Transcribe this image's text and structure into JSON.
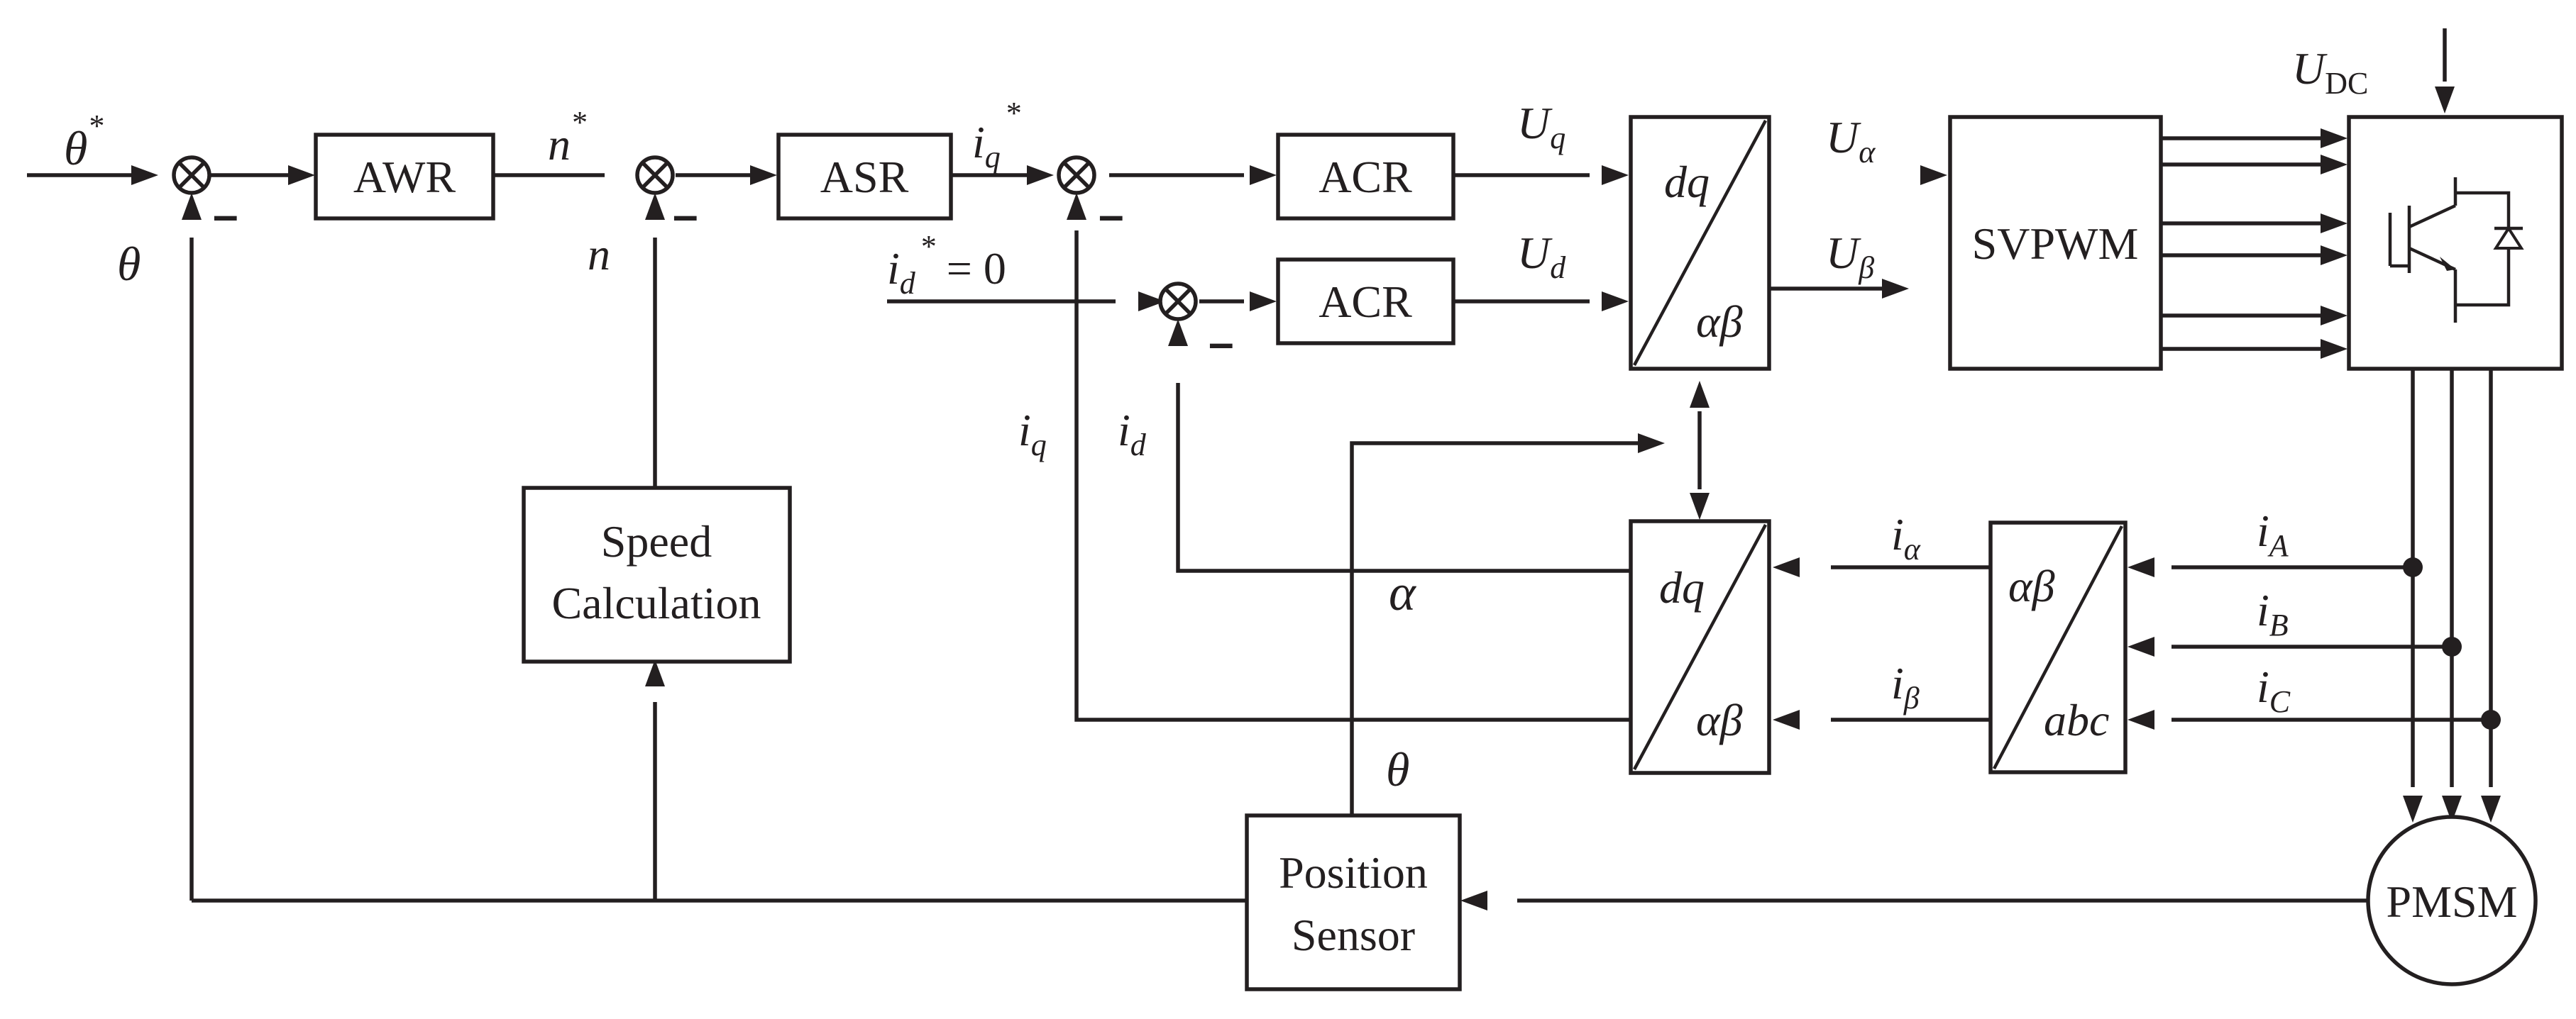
{
  "blocks": {
    "awr": "AWR",
    "asr": "ASR",
    "acr_q": "ACR",
    "acr_d": "ACR",
    "park_inverse": {
      "top": "dq",
      "bottom": "αβ"
    },
    "park": {
      "top": "dq",
      "bottom": "αβ"
    },
    "clarke": {
      "top": "αβ",
      "bottom": "abc"
    },
    "svpwm": "SVPWM",
    "speed_calc": {
      "line1": "Speed",
      "line2": "Calculation"
    },
    "position_sensor": {
      "line1": "Position",
      "line2": "Sensor"
    },
    "pmsm": "PMSM"
  },
  "signals": {
    "theta_ref": {
      "base": "θ",
      "sup": "*"
    },
    "theta_fb": "θ",
    "n_ref": {
      "base": "n",
      "sup": "*"
    },
    "n_fb": "n",
    "iq_ref": {
      "base": "i",
      "sub": "q",
      "sup": "*"
    },
    "id_ref": {
      "base": "i",
      "sub": "d",
      "sup": "*",
      "tail": " = 0"
    },
    "iq_fb": {
      "base": "i",
      "sub": "q"
    },
    "id_fb": {
      "base": "i",
      "sub": "d"
    },
    "uq": {
      "base": "U",
      "sub": "q"
    },
    "ud": {
      "base": "U",
      "sub": "d"
    },
    "u_alpha": {
      "base": "U",
      "sub": "α"
    },
    "u_beta": {
      "base": "U",
      "sub": "β"
    },
    "udc": {
      "base": "U",
      "sub": "DC"
    },
    "i_alpha": {
      "base": "i",
      "sub": "α"
    },
    "i_beta": {
      "base": "i",
      "sub": "β"
    },
    "ia": {
      "base": "i",
      "sub": "A"
    },
    "ib": {
      "base": "i",
      "sub": "B"
    },
    "ic": {
      "base": "i",
      "sub": "C"
    },
    "alpha": "α",
    "theta_sensor": "θ"
  },
  "minus_sign": "–",
  "icons": [
    "summing-junction-icon",
    "igbt-switch-icon"
  ]
}
